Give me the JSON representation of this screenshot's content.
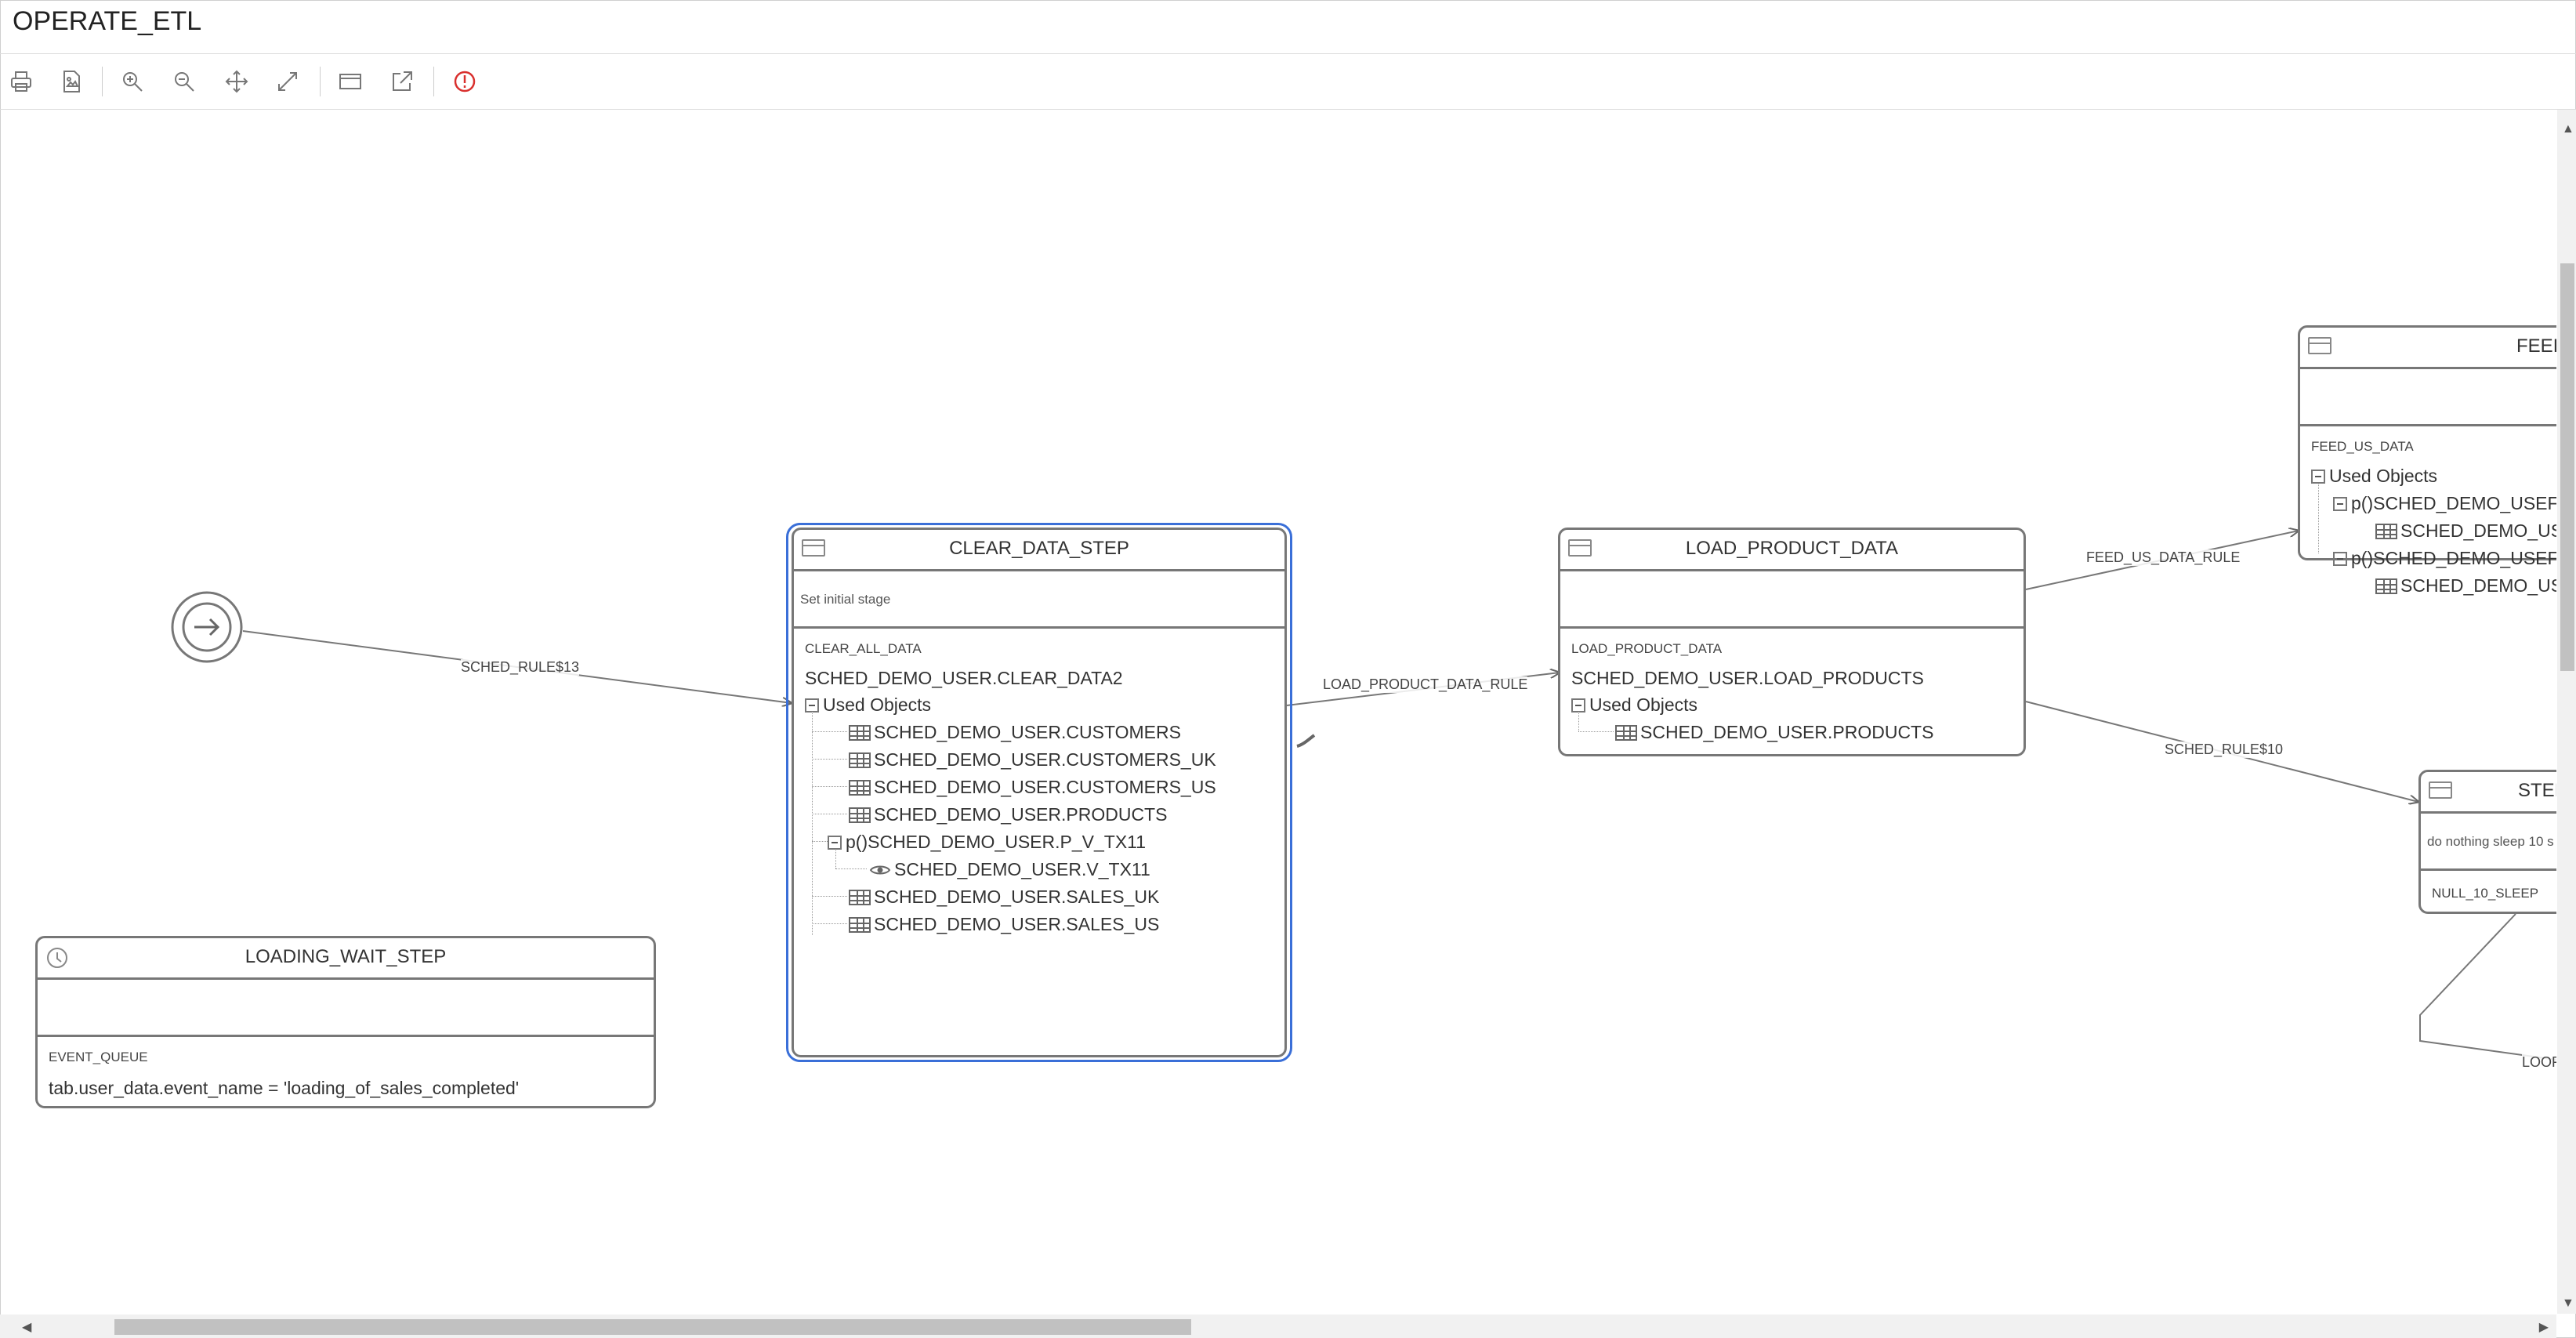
{
  "title": "OPERATE_ETL",
  "toolbar": {
    "buttons": [
      "print-icon",
      "save-image-icon",
      "zoom-in-icon",
      "zoom-out-icon",
      "pan-icon",
      "fit-icon",
      "window-icon",
      "export-icon",
      "warning-icon"
    ],
    "warning_color": "#d9302e"
  },
  "nodes": {
    "clear_data_step": {
      "title": "CLEAR_DATA_STEP",
      "description": "Set initial stage",
      "job": "CLEAR_ALL_DATA",
      "program": "SCHED_DEMO_USER.CLEAR_DATA2",
      "used_objects_label": "Used Objects",
      "objects": [
        {
          "type": "table",
          "name": "SCHED_DEMO_USER.CUSTOMERS"
        },
        {
          "type": "table",
          "name": "SCHED_DEMO_USER.CUSTOMERS_UK"
        },
        {
          "type": "table",
          "name": "SCHED_DEMO_USER.CUSTOMERS_US"
        },
        {
          "type": "table",
          "name": "SCHED_DEMO_USER.PRODUCTS"
        },
        {
          "type": "procedure",
          "prefix": "p()",
          "name": "SCHED_DEMO_USER.P_V_TX11"
        },
        {
          "type": "view",
          "name": "SCHED_DEMO_USER.V_TX11"
        },
        {
          "type": "table",
          "name": "SCHED_DEMO_USER.SALES_UK"
        },
        {
          "type": "table",
          "name": "SCHED_DEMO_USER.SALES_US"
        }
      ],
      "selected_color": "#3a6fd8"
    },
    "load_product_data": {
      "title": "LOAD_PRODUCT_DATA",
      "job": "LOAD_PRODUCT_DATA",
      "program": "SCHED_DEMO_USER.LOAD_PRODUCTS",
      "used_objects_label": "Used Objects",
      "objects": [
        {
          "type": "table",
          "name": "SCHED_DEMO_USER.PRODUCTS"
        }
      ]
    },
    "loading_wait_step": {
      "title": "LOADING_WAIT_STEP",
      "job": "EVENT_QUEUE",
      "condition": "tab.user_data.event_name = 'loading_of_sales_completed'"
    },
    "feed": {
      "title": "FEEI",
      "job": "FEED_US_DATA",
      "used_objects_label": "Used Objects",
      "proc1": "p()SCHED_DEMO_USEF",
      "obj1": "SCHED_DEMO_US",
      "proc2": "p()SCHED_DEMO_USEF",
      "obj2": "SCHED_DEMO_US"
    },
    "step": {
      "title": "STEI",
      "description": "do nothing sleep 10 s",
      "job": "NULL_10_SLEEP"
    }
  },
  "edges": {
    "rule13": "SCHED_RULE$13",
    "load_product": "LOAD_PRODUCT_DATA_RULE",
    "feed_us": "FEED_US_DATA_RULE",
    "rule10": "SCHED_RULE$10",
    "loop": "LOOF"
  }
}
